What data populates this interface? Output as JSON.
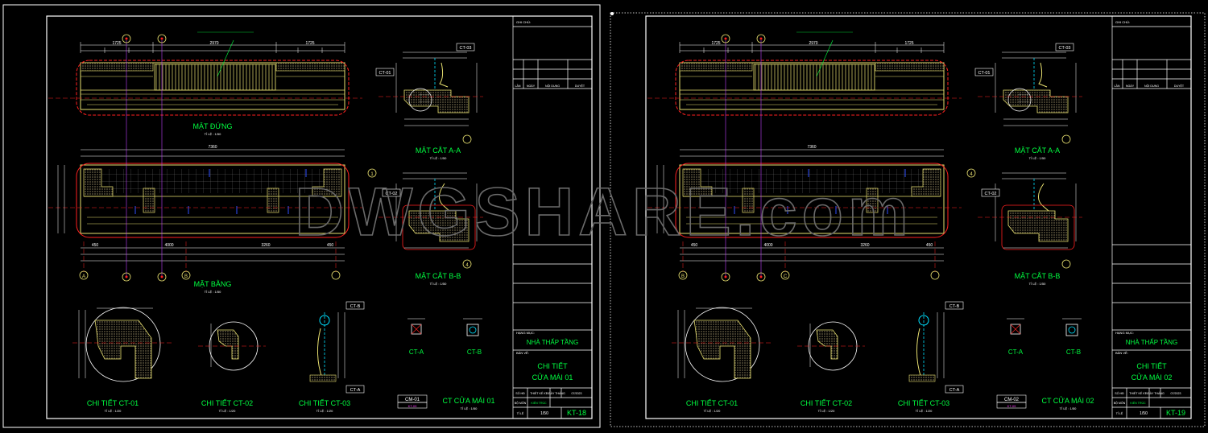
{
  "colors": {
    "background": "#000000",
    "frame": "#ffffff",
    "outline": "#ff2020",
    "detail": "#e8e070",
    "axis": "#c040ff",
    "dims": "#ffffff",
    "green_text": "#00ff40",
    "cyan": "#00e0ff",
    "blue": "#3050ff"
  },
  "watermark": "DWGSHARE.com",
  "sheets": [
    {
      "view_labels": {
        "elevation": "MẶT ĐỨNG",
        "plan": "MẶT BẰNG",
        "section_a": "MẶT CẮT A-A",
        "section_b": "MẶT CẮT B-B",
        "detail_01": "CHI TIẾT CT-01",
        "detail_02": "CHI TIẾT CT-02",
        "detail_03": "CHI TIẾT CT-03",
        "ct_a": "CT-A",
        "ct_b": "CT-B",
        "ct_main": "CT CỬA MÁI 01"
      },
      "scales": {
        "elevation": "TỈ LỆ : 1/50",
        "plan": "TỈ LỆ : 1/50",
        "section_a": "TỈ LỆ : 1/50",
        "section_b": "TỈ LỆ : 1/50",
        "detail_01": "TỈ LỆ : 1/20",
        "detail_02": "TỈ LỆ : 1/20",
        "detail_03": "TỈ LỆ : 1/20",
        "ct_main": "TỈ LỆ : 1/50"
      },
      "axis_markers": [
        "A",
        "B",
        "1",
        "4"
      ],
      "callouts": [
        "CT-03",
        "CT-01",
        "CT-02",
        "CT-B",
        "CT-A"
      ],
      "elevation_dims": [
        "1725",
        "2970",
        "1725"
      ],
      "plan_dims": [
        "7360",
        "450",
        "4000",
        "3260",
        "450"
      ],
      "legend_tag": {
        "code": "CM-01",
        "sub": "KT-09"
      },
      "title_block": {
        "project_label": "HẠNG MỤC:",
        "project": "NHÀ THẤP TẦNG",
        "drawing_label": "BẢN VẼ:",
        "drawing_line1": "CHI TIẾT",
        "drawing_line2": "CỬA MÁI 01",
        "rev_headers": [
          "LẦN",
          "NGÀY",
          "NỘI DUNG",
          "DUYỆT"
        ],
        "header_note": "GHI CHÚ:",
        "row1": [
          "SỐ HĐ",
          "THIẾT KẾ KT",
          "NGÀY THÁNG",
          "07/2023"
        ],
        "row2": [
          "BỘ MÔN",
          "KIẾN TRÚC"
        ],
        "scale_label": "TỈ LỆ",
        "scale": "1/50",
        "sheet_no": "KT-18"
      }
    },
    {
      "view_labels": {
        "elevation": "",
        "plan": "",
        "section_a": "MẶT CẮT A-A",
        "section_b": "MẶT CẮT B-B",
        "detail_01": "CHI TIẾT CT-01",
        "detail_02": "CHI TIẾT CT-02",
        "detail_03": "CHI TIẾT CT-03",
        "ct_a": "CT-A",
        "ct_b": "CT-B",
        "ct_main": "CT CỬA MÁI 02"
      },
      "scales": {
        "elevation": "",
        "plan": "",
        "section_a": "TỈ LỆ : 1/50",
        "section_b": "TỈ LỆ : 1/50",
        "detail_01": "TỈ LỆ : 1/20",
        "detail_02": "TỈ LỆ : 1/20",
        "detail_03": "TỈ LỆ : 1/20",
        "ct_main": "TỈ LỆ : 1/50"
      },
      "axis_markers": [
        "B",
        "C",
        "4"
      ],
      "callouts": [
        "CT-03",
        "CT-01",
        "CT-02",
        "CT-B",
        "CT-A"
      ],
      "elevation_dims": [
        "1725",
        "2970",
        "1725"
      ],
      "plan_dims": [
        "7360",
        "450",
        "4000",
        "3260",
        "450"
      ],
      "legend_tag": {
        "code": "CM-02",
        "sub": "KT-09"
      },
      "title_block": {
        "project_label": "HẠNG MỤC:",
        "project": "NHÀ THẤP TẦNG",
        "drawing_label": "BẢN VẼ:",
        "drawing_line1": "CHI TIẾT",
        "drawing_line2": "CỬA MÁI 02",
        "rev_headers": [
          "LẦN",
          "NGÀY",
          "NỘI DUNG",
          "DUYỆT"
        ],
        "header_note": "GHI CHÚ:",
        "row1": [
          "SỐ HĐ",
          "THIẾT KẾ KT",
          "NGÀY THÁNG",
          "07/2023"
        ],
        "row2": [
          "BỘ MÔN",
          "KIẾN TRÚC"
        ],
        "scale_label": "TỈ LỆ",
        "scale": "1/50",
        "sheet_no": "KT-19"
      }
    }
  ]
}
